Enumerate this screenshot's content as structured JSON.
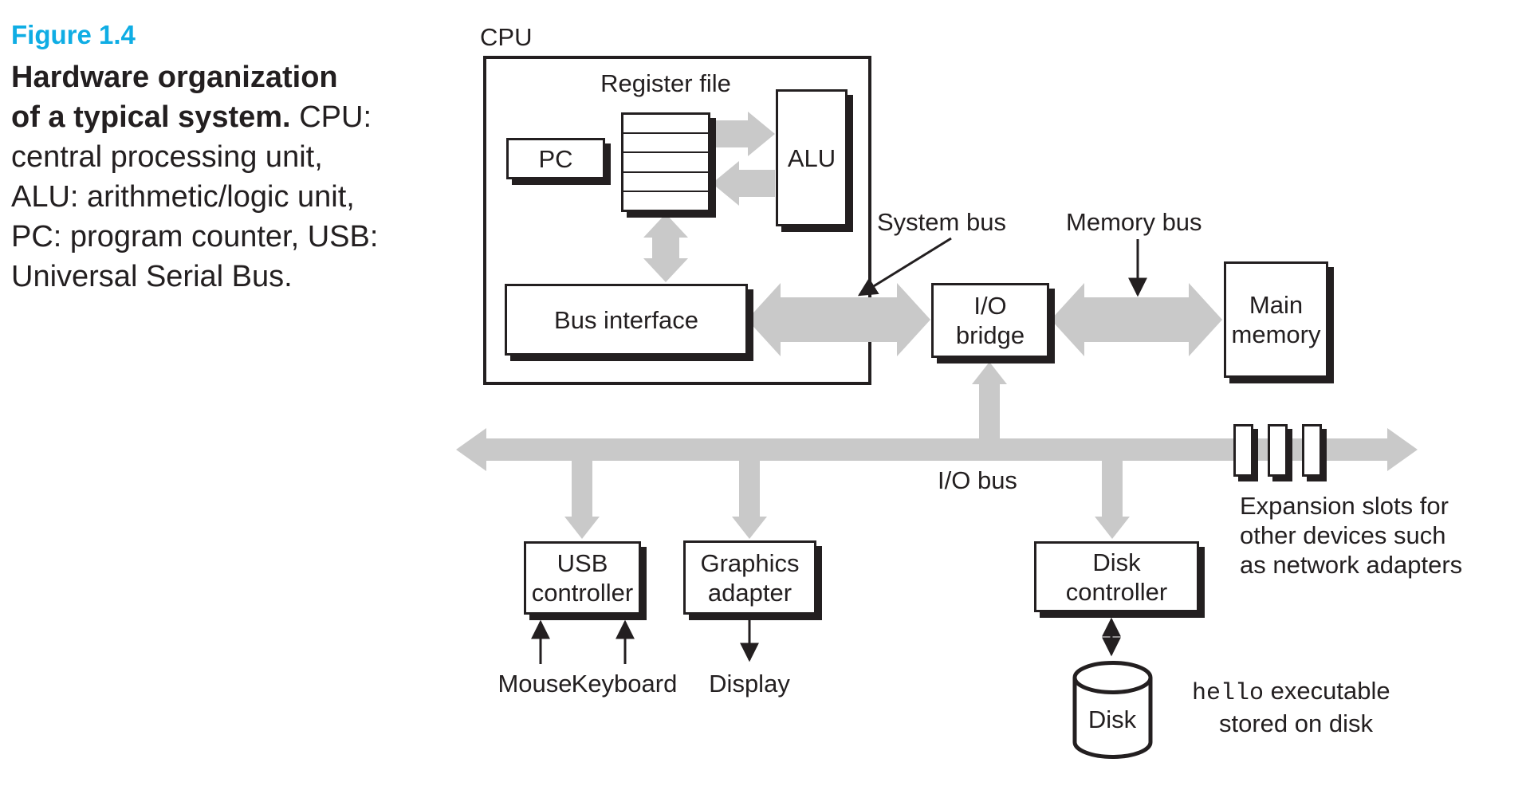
{
  "colors": {
    "accent_cyan": "#0fade4",
    "bus_gray": "#c9c9c9",
    "ink": "#231f20",
    "box_fill": "#ffffff"
  },
  "caption": {
    "figure_label": "Figure 1.4",
    "bold_line_1": "Hardware organization",
    "bold_line_2": "of a typical system.",
    "line_2_rest": "CPU:",
    "line_3": "central processing unit,",
    "line_4": "ALU: arithmetic/logic unit,",
    "line_5": "PC: program counter, USB:",
    "line_6": "Universal Serial Bus."
  },
  "diagram": {
    "cpu_label": "CPU",
    "register_file_label": "Register file",
    "pc_label": "PC",
    "alu_label": "ALU",
    "bus_interface_label": "Bus interface",
    "system_bus_label": "System bus",
    "memory_bus_label": "Memory bus",
    "io_bridge_line1": "I/O",
    "io_bridge_line2": "bridge",
    "main_memory_line1": "Main",
    "main_memory_line2": "memory",
    "io_bus_label": "I/O bus",
    "usb_controller_line1": "USB",
    "usb_controller_line2": "controller",
    "graphics_adapter_line1": "Graphics",
    "graphics_adapter_line2": "adapter",
    "disk_controller_line1": "Disk",
    "disk_controller_line2": "controller",
    "mouse_label": "Mouse",
    "keyboard_label": "Keyboard",
    "display_label": "Display",
    "disk_label": "Disk",
    "expansion_note_line1": "Expansion slots for",
    "expansion_note_line2": "other devices such",
    "expansion_note_line3": "as network adapters",
    "hello_mono": "hello",
    "hello_rest": " executable",
    "hello_line2": "stored on disk"
  }
}
